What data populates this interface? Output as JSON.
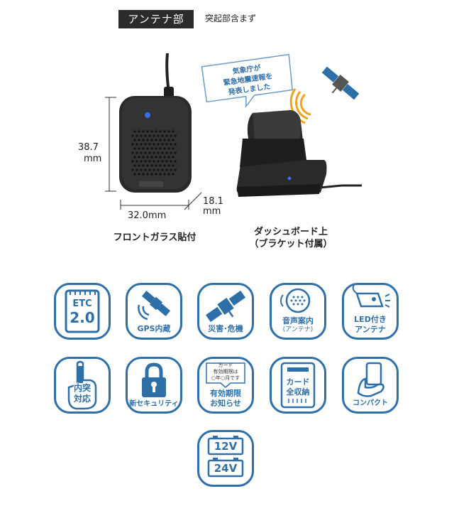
{
  "header": {
    "title": "アンテナ部",
    "note": "突起部含まず"
  },
  "figure": {
    "height_label_num": "38.7",
    "height_label_unit": "mm",
    "width_label": "32.0mm",
    "depth_label_num": "18.1",
    "depth_label_unit": "mm",
    "bubble_line1": "気象庁が",
    "bubble_line2": "緊急地震速報を",
    "bubble_line3": "発表しました"
  },
  "captions": {
    "left": "フロントガラス貼付",
    "right_line1": "ダッシュボード上",
    "right_line2": "（ブラケット付属）"
  },
  "features": {
    "etc_top": "ETC",
    "etc_bottom": "2.0",
    "gps": "GPS内蔵",
    "disaster": "災害･危機",
    "voice_line1": "音声案内",
    "voice_line2": "(アンテナ)",
    "led_line1": "LED付き",
    "led_line2": "アンテナ",
    "collision_line1": "内突",
    "collision_line2": "対応",
    "security": "新セキュリティ",
    "card_hint_line1": "カード",
    "card_hint_line2": "有効期限は",
    "card_hint_line3": "○年○月です",
    "expiry_line1": "有効期限",
    "expiry_line2": "お知らせ",
    "card_store_line1": "カード",
    "card_store_line2": "全収納",
    "compact": "コンパクト",
    "voltage_12": "12V",
    "voltage_24": "24V"
  },
  "colors": {
    "icon_blue": "#2f6fa8",
    "header_bg": "#2b2b2b",
    "antenna_body": "#2a2a2a",
    "led_blue": "#3b6cf0"
  }
}
